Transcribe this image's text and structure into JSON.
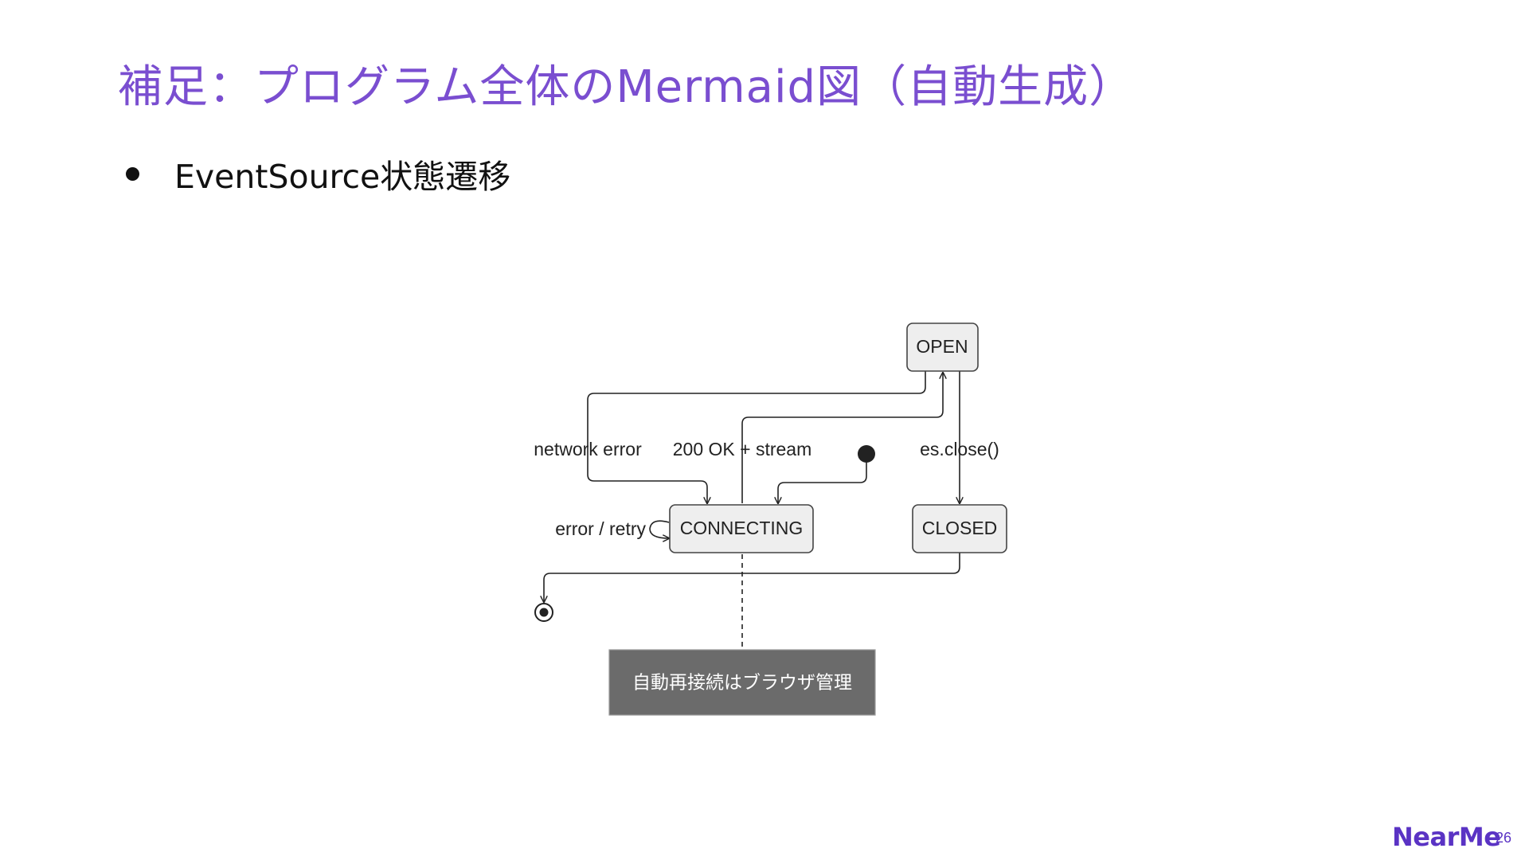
{
  "slide": {
    "title": "補足：プログラム全体のMermaid図（自動生成）",
    "bullet": "EventSource状態遷移",
    "logo": "NearMe",
    "page_number": "26"
  },
  "diagram": {
    "states": {
      "open": "OPEN",
      "connecting": "CONNECTING",
      "closed": "CLOSED"
    },
    "transitions": {
      "network_error": "network error",
      "ok_stream": "200 OK + stream",
      "close": "es.close()",
      "retry": "error / retry"
    },
    "note": "自動再接続はブラウザ管理"
  },
  "colors": {
    "title": "#7a4ed0",
    "logo": "#5a33c4",
    "state_fill": "#eeeeee",
    "state_stroke": "#444444",
    "note_fill": "#6b6b6b",
    "note_text": "#ffffff"
  }
}
